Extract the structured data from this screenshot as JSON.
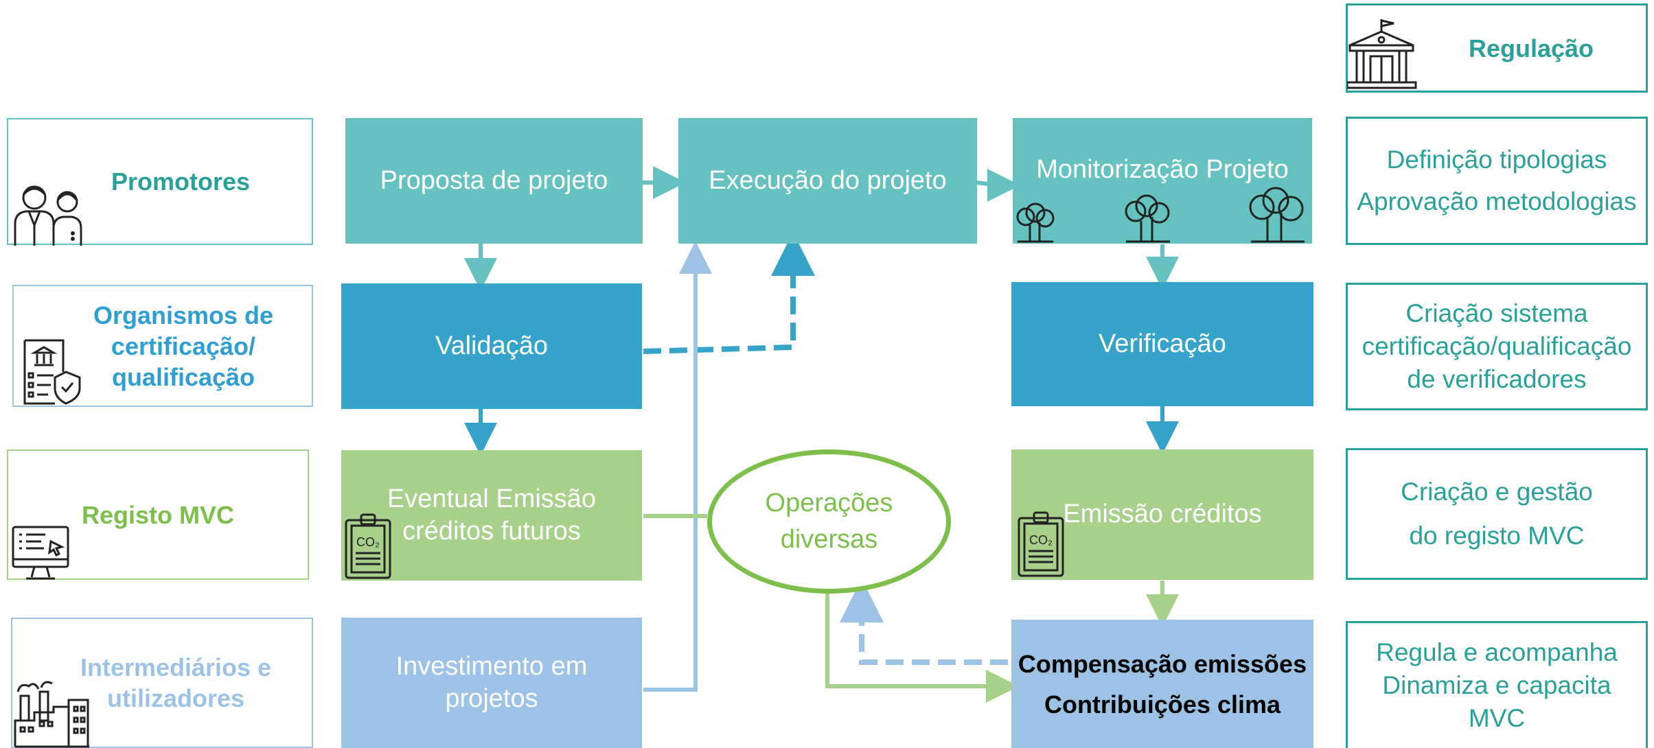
{
  "actors": {
    "promotores": "Promotores",
    "organismos": [
      "Organismos de",
      "certificação/",
      "qualificação"
    ],
    "registo": "Registo MVC",
    "intermediarios": [
      "Intermediários e",
      "utilizadores"
    ]
  },
  "process": {
    "proposta": "Proposta de projeto",
    "execucao": "Execução do projeto",
    "monitorizacao": "Monitorização Projeto",
    "validacao": "Validação",
    "verificacao": "Verificação",
    "eventual": [
      "Eventual Emissão",
      "créditos futuros"
    ],
    "emissao": "Emissão créditos",
    "investimento": [
      "Investimento em",
      "projetos"
    ],
    "compensacao": [
      "Compensação emissões",
      "Contribuições clima"
    ],
    "operacoes": [
      "Operações",
      "diversas"
    ]
  },
  "regulation": {
    "title": "Regulação",
    "r1": [
      "Definição tipologias",
      "Aprovação metodologias"
    ],
    "r2": [
      "Criação sistema",
      "certificação/qualificação",
      "de verificadores"
    ],
    "r3": [
      "Criação e gestão",
      "do registo MVC"
    ],
    "r4": [
      "Regula e acompanha",
      "Dinamiza e capacita",
      "MVC"
    ]
  },
  "icon_labels": {
    "co2": "CO₂"
  },
  "colors": {
    "teal": "#66c2c0",
    "dark_blue": "#36a3cb",
    "green": "#a7d18b",
    "light_blue": "#9cc3e6",
    "reg_teal": "#2aa198",
    "actor_green": "#7cbf4a",
    "actor_blue": "#2e9fd0",
    "actor_light": "#9cc3e6"
  }
}
